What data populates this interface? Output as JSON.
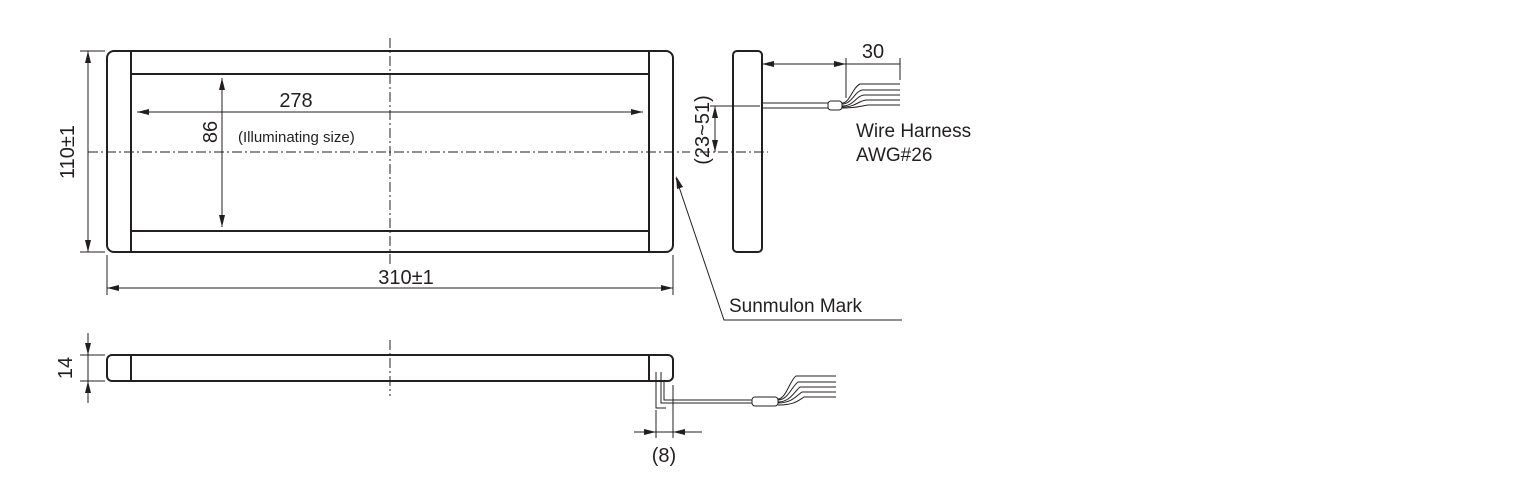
{
  "drawing": {
    "dimensions": {
      "illuminating_width": "278",
      "illuminating_height": "86",
      "illuminating_note": "(Illuminating size)",
      "overall_height": "110±1",
      "overall_width": "310±1",
      "thickness": "14",
      "wire_length": "30",
      "wire_position": "(23~51)",
      "wire_offset": "(8)"
    },
    "labels": {
      "wire_harness": "Wire Harness",
      "awg": "AWG#26",
      "mark": "Sunmulon Mark"
    }
  }
}
